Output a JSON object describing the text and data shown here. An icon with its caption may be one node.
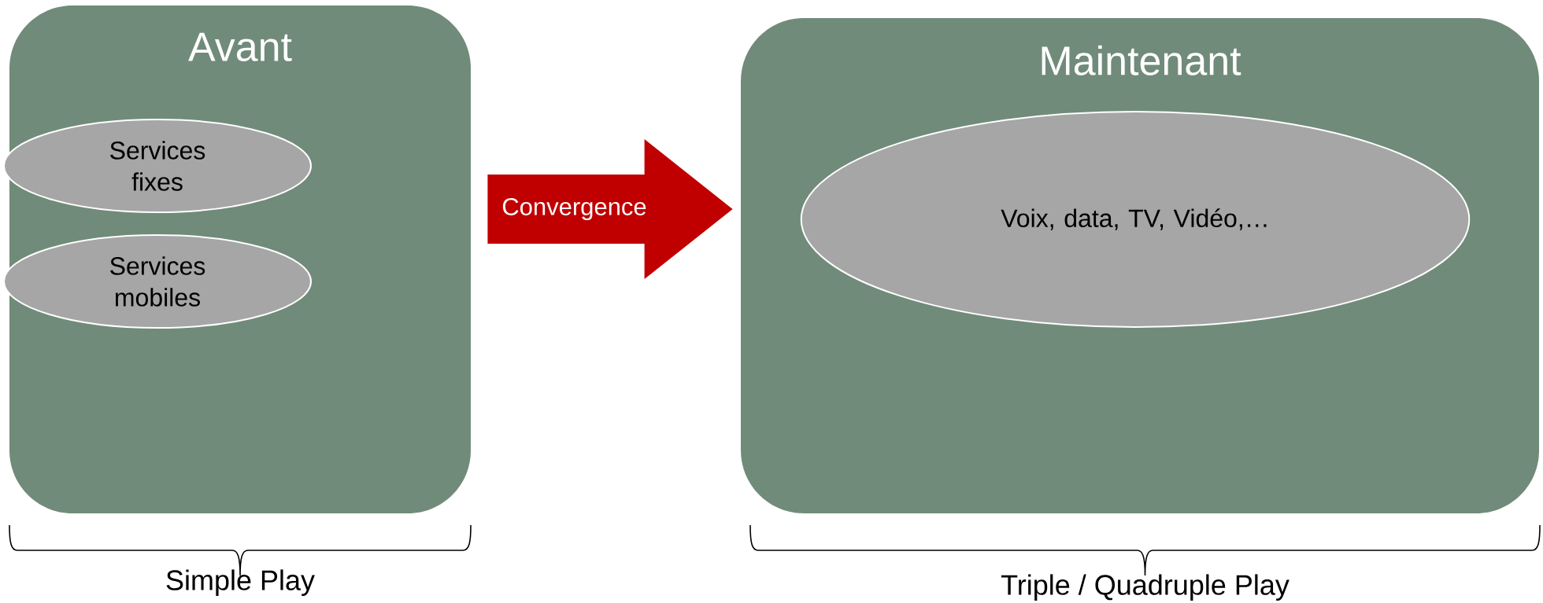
{
  "diagram": {
    "nodes": [
      {
        "text": [
          "Avant"
        ]
      },
      {
        "text": [
          "Services fixes"
        ],
        "in": 0
      },
      {
        "text": [
          "Services mobiles"
        ],
        "in": 0
      },
      {
        "text": [
          "Maintenant"
        ]
      },
      {
        "text": [
          "Voix, data, TV, Vidéo,…"
        ],
        "in": 3
      }
    ],
    "edges": [
      {
        "from": 0,
        "to": 3,
        "arrow": "to",
        "label": "Convergence",
        "style": "thick",
        "color": "#c00000"
      }
    ],
    "labels": [
      "Simple Play",
      "Triple / Quadruple Play"
    ]
  }
}
